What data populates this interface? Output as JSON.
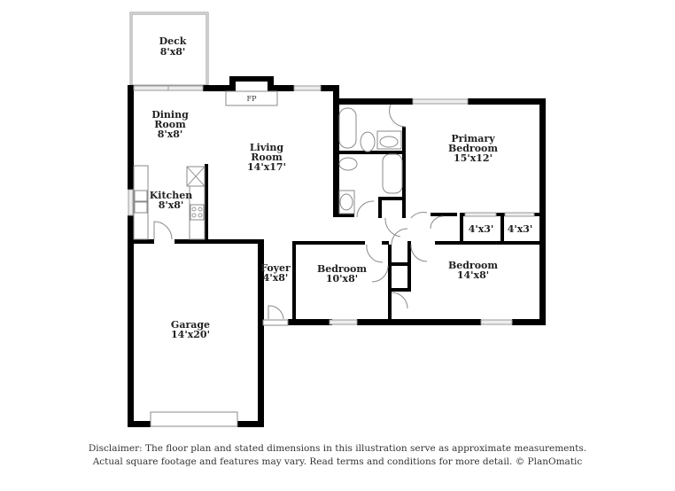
{
  "floor_plan": {
    "rooms": [
      {
        "id": "deck",
        "name": "Deck",
        "dims": "8'x8'"
      },
      {
        "id": "dining",
        "name_line1": "Dining",
        "name_line2": "Room",
        "dims": "8'x8'"
      },
      {
        "id": "living",
        "name_line1": "Living",
        "name_line2": "Room",
        "dims": "14'x17'"
      },
      {
        "id": "kitchen",
        "name": "Kitchen",
        "dims": "8'x8'"
      },
      {
        "id": "primary",
        "name_line1": "Primary",
        "name_line2": "Bedroom",
        "dims": "15'x12'"
      },
      {
        "id": "closet1",
        "dims": "4'x3'"
      },
      {
        "id": "closet2",
        "dims": "4'x3'"
      },
      {
        "id": "foyer",
        "name": "Foyer",
        "dims": "4'x8'"
      },
      {
        "id": "bedroom2",
        "name": "Bedroom",
        "dims": "10'x8'"
      },
      {
        "id": "bedroom3",
        "name": "Bedroom",
        "dims": "14'x8'"
      },
      {
        "id": "garage",
        "name": "Garage",
        "dims": "14'x20'"
      }
    ],
    "fireplace_label": "FP"
  },
  "disclaimer": {
    "line1": "Disclaimer: The floor plan and stated dimensions in this illustration serve as approximate measurements.",
    "line2": "Actual square footage and features may vary. Read terms and conditions for more detail. © PlanOmatic"
  }
}
